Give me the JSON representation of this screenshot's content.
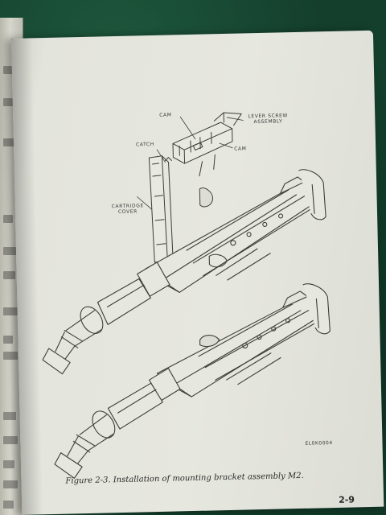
{
  "figure": {
    "callouts": {
      "cam_left": "CAM",
      "lever_screw_assembly": "LEVER SCREW ASSEMBLY",
      "cam_right": "CAM",
      "catch": "CATCH",
      "cartridge_cover": "CARTRIDGE COVER"
    },
    "drawing_code": "EL0K0004",
    "caption": "Figure 2-3.   Installation of mounting bracket assembly M2."
  },
  "page": {
    "page_number": "2-9"
  }
}
